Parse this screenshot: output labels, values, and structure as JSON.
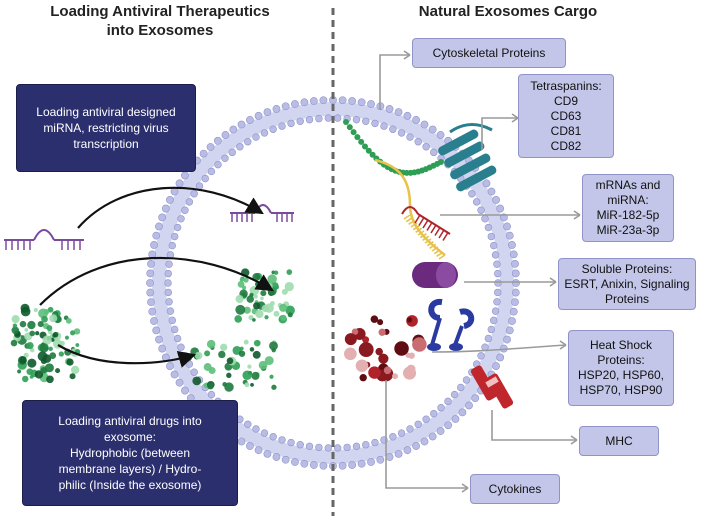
{
  "left_title": {
    "line1": "Loading Antiviral Therapeutics",
    "line2": "into Exosomes"
  },
  "right_title": "Natural Exosomes Cargo",
  "left_boxes": {
    "mirna": {
      "line1": "Loading antiviral designed",
      "line2": "miRNA, restricting virus",
      "line3": "transcription"
    },
    "drugs": {
      "line1": "Loading antiviral drugs  into",
      "line2": "exosome:",
      "line3": "Hydrophobic (between",
      "line4": "membrane layers) / Hydro-",
      "line5": "philic (Inside the exosome)"
    }
  },
  "cargo": {
    "cytoskeletal": "Cytoskeletal Proteins",
    "tetraspanins": {
      "heading": "Tetraspanins:",
      "items": [
        "CD9",
        "CD63",
        "CD81",
        "CD82"
      ]
    },
    "mrna": {
      "line1": "mRNAs and",
      "line2": "miRNA:",
      "items": [
        "MiR-182-5p",
        "MiR-23a-3p"
      ]
    },
    "soluble": {
      "line1": "Soluble Proteins:",
      "line2": "ESRT, Anixin, Signaling",
      "line3": "Proteins"
    },
    "heat_shock": {
      "line1": "Heat Shock",
      "line2": "Proteins:",
      "line3": "HSP20, HSP60,",
      "line4": "HSP70, HSP90"
    },
    "mhc": "MHC",
    "cytokines": "Cytokines"
  },
  "colors": {
    "dark_box": "#2b2f6e",
    "light_box": "#c3c6e8",
    "membrane": "#b9bde6",
    "rna_purple": "#7a4a9e",
    "green": "#2e9e55",
    "teal": "#2a7f8f",
    "yellow": "#e8c24a",
    "red": "#b0232a",
    "arrow_black": "#111111",
    "arrow_gray": "#999999"
  },
  "icons": [
    "rna-hairpin-icon",
    "drug-cluster-icon",
    "tetraspanin-icon",
    "protein-capsule-icon",
    "receptor-icon",
    "mhc-icon",
    "cytokine-cluster-icon"
  ]
}
